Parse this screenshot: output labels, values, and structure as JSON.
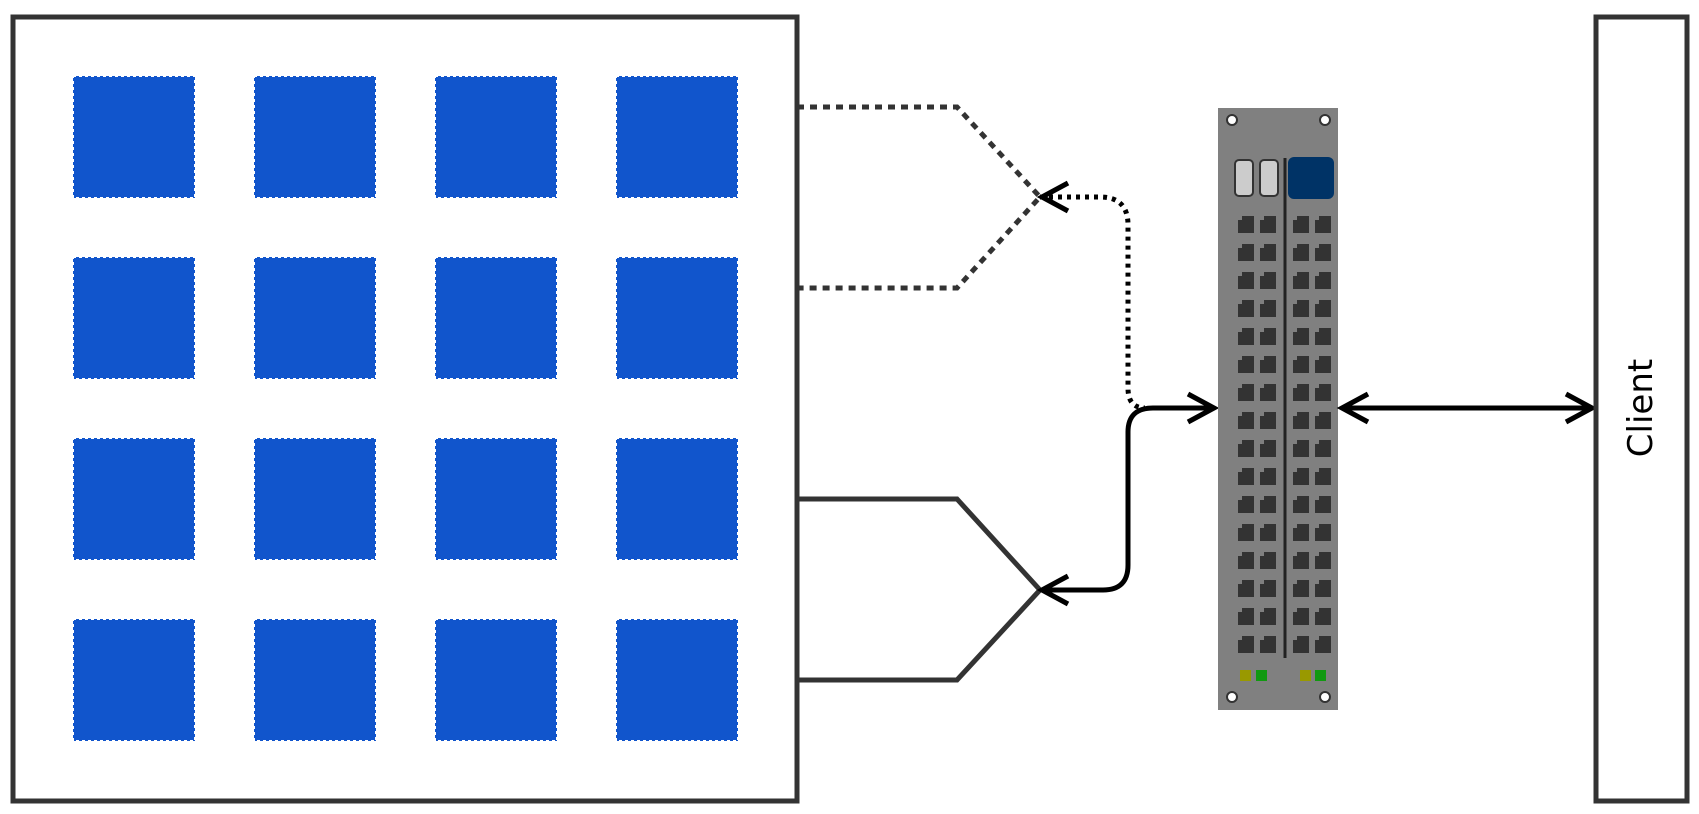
{
  "diagram": {
    "client": {
      "label": "Client"
    },
    "grid": {
      "rows": 4,
      "cols": 4
    },
    "switch": {
      "port_rows": 16
    }
  },
  "colors": {
    "outline": "#333333",
    "tile_fill": "#1155cc",
    "switch_body": "#808080",
    "switch_port": "#333333",
    "switch_screen": "#003366",
    "switch_button": "#cccccc",
    "led_yellow": "#999900",
    "led_green": "#119911",
    "arrow": "#000000"
  }
}
